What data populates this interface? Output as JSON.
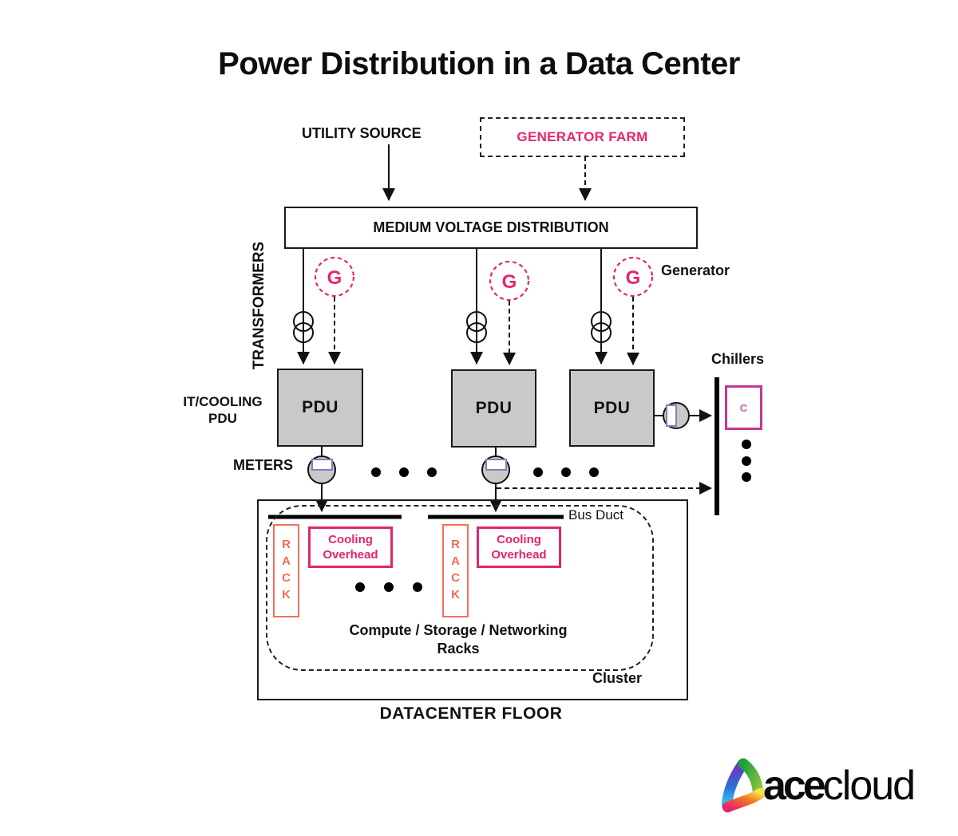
{
  "title": "Power Distribution in a Data Center",
  "colors": {
    "pink_accent": "#E8246D",
    "salmon_accent": "#F2705C",
    "magenta_accent": "#C2388F",
    "box_gray": "#C9C9C9",
    "meter_window_border": "#8080C8",
    "line_black": "#111111"
  },
  "nodes": {
    "utility_source": "UTILITY SOURCE",
    "generator_farm": "GENERATOR FARM",
    "medium_voltage": "MEDIUM VOLTAGE DISTRIBUTION",
    "transformers": "TRANSFORMERS",
    "generator_legend": "Generator",
    "generator_symbol": "G",
    "pdu": "PDU",
    "it_cooling_pdu": "IT/COOLING PDU",
    "meters": "METERS",
    "chillers": "Chillers",
    "chiller_symbol": "C",
    "bus_duct": "Bus Duct",
    "rack": "RACK",
    "cooling_overhead": "Cooling Overhead",
    "compute_racks": "Compute / Storage / Networking Racks",
    "cluster": "Cluster",
    "datacenter_floor": "DATACENTER FLOOR"
  },
  "logo": {
    "ace": "ace",
    "cloud": "cloud"
  }
}
